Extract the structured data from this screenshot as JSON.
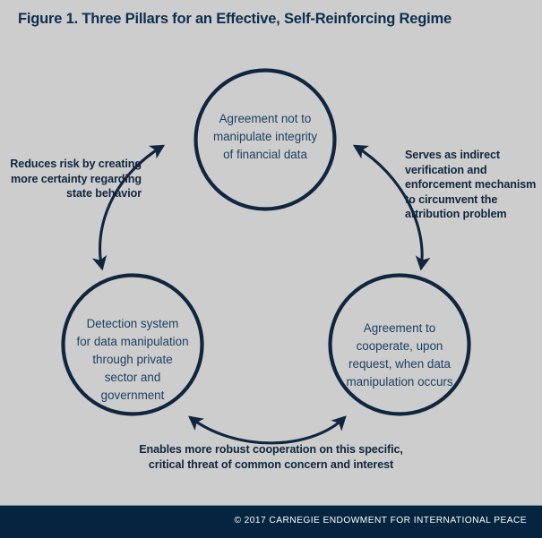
{
  "figure": {
    "title": "Figure 1. Three Pillars for an Effective, Self-Reinforcing Regime",
    "background_color": "#cdcdcd",
    "accent_color": "#10263f",
    "circle_text_color": "#1c3f63",
    "footer_bar_color": "#04243f"
  },
  "nodes": [
    {
      "id": "top",
      "name": "agreement-integrity",
      "lines": [
        "Agreement not to",
        "manipulate integrity",
        "of financial data"
      ]
    },
    {
      "id": "left",
      "name": "detection-system",
      "lines": [
        "Detection system",
        "for data manipulation",
        "through private",
        "sector and",
        "government"
      ]
    },
    {
      "id": "right",
      "name": "agreement-cooperate",
      "lines": [
        "Agreement to",
        "cooperate, upon",
        "request, when data",
        "manipulation occurs"
      ]
    }
  ],
  "annotations": [
    {
      "id": "left",
      "name": "reduces-risk",
      "text": "Reduces risk by creating more certainty regarding state behavior",
      "align": "right"
    },
    {
      "id": "right",
      "name": "indirect-verification",
      "text": "Serves as indirect verification and enforcement mechanism to circumvent the attribution problem",
      "align": "left"
    },
    {
      "id": "bottom",
      "name": "robust-cooperation",
      "text": "Enables more robust cooperation on this specific, critical threat of common concern and interest",
      "align": "center"
    }
  ],
  "connectors": [
    {
      "id": "left-arrow",
      "name": "detection-to-agreement-arrow",
      "double_headed": true
    },
    {
      "id": "right-arrow",
      "name": "agreement-to-cooperate-arrow",
      "double_headed": true
    },
    {
      "id": "bottom-arrow",
      "name": "detection-to-cooperate-arrow",
      "double_headed": true
    }
  ],
  "footer": {
    "credit": "© 2017 CARNEGIE ENDOWMENT FOR INTERNATIONAL PEACE"
  }
}
